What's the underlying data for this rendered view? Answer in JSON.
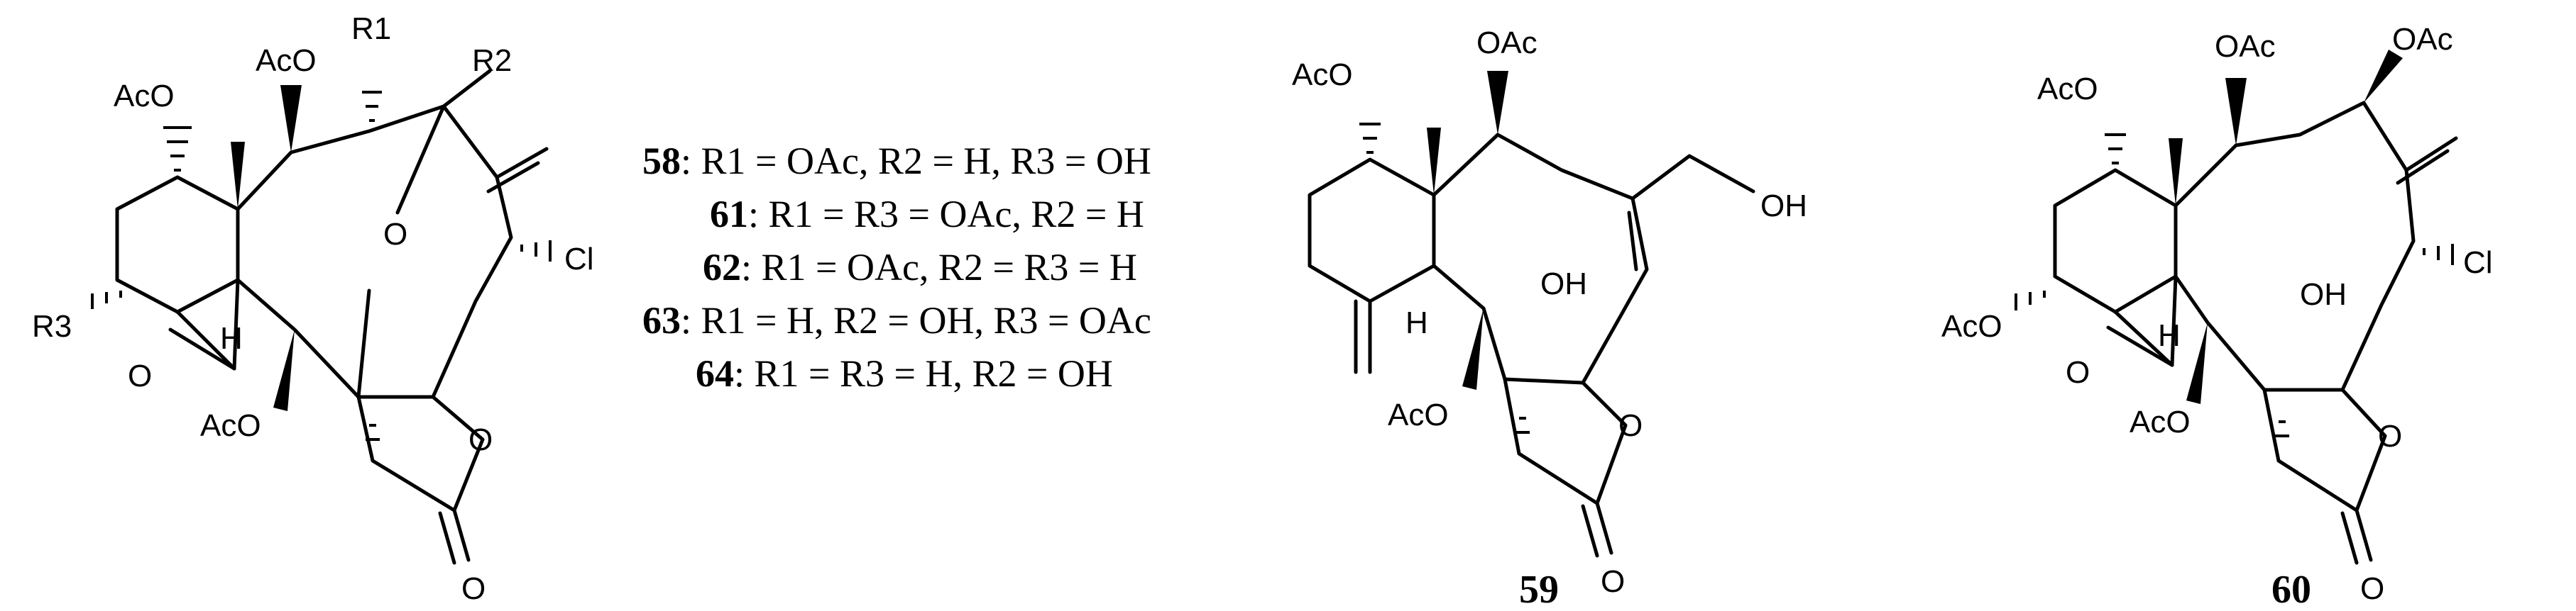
{
  "legend": {
    "rows": [
      {
        "num": "58",
        "text": ": R1 = OAc, R2 = H, R3 = OH"
      },
      {
        "num": "61",
        "text": ": R1 = R3 = OAc, R2 = H"
      },
      {
        "num": "62",
        "text": ": R1 = OAc, R2 = R3 = H"
      },
      {
        "num": "63",
        "text": ": R1 = H, R2 = OH, R3 = OAc"
      },
      {
        "num": "64",
        "text": ": R1 = R3 = H, R2 = OH"
      }
    ]
  },
  "structures": {
    "s1": {
      "atoms": {
        "aco_a": "AcO",
        "aco_b": "AcO",
        "aco_c": "AcO",
        "r1": "R1",
        "r2": "R2",
        "r3": "R3",
        "h": "H",
        "o_bridge": "O",
        "o_ep": "O",
        "o_lac": "O",
        "o_carb": "O",
        "cl": "Cl"
      }
    },
    "s59": {
      "number": "59",
      "atoms": {
        "aco_a": "AcO",
        "oac": "OAc",
        "aco_c": "AcO",
        "oh": "OH",
        "ch2oh": "OH",
        "h": "H",
        "o_lac": "O",
        "o_carb": "O"
      }
    },
    "s60": {
      "number": "60",
      "atoms": {
        "aco_a": "AcO",
        "oac_a": "OAc",
        "oac_b": "OAc",
        "aco_r": "AcO",
        "aco_c": "AcO",
        "oh": "OH",
        "h": "H",
        "o_ep": "O",
        "o_lac": "O",
        "o_carb": "O",
        "cl": "Cl"
      }
    }
  }
}
